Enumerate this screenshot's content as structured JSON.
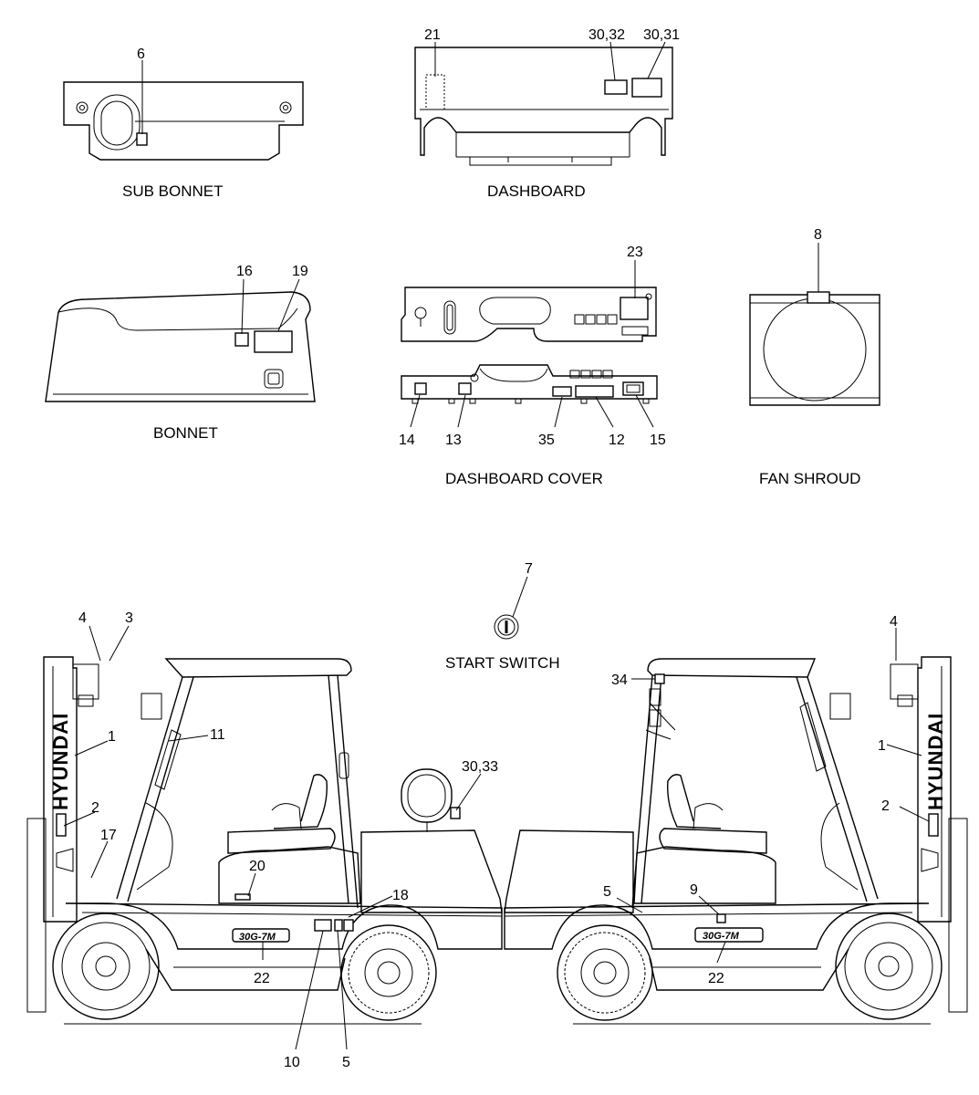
{
  "captions": {
    "sub_bonnet": "SUB BONNET",
    "dashboard": "DASHBOARD",
    "bonnet": "BONNET",
    "dashboard_cover": "DASHBOARD COVER",
    "fan_shroud": "FAN SHROUD",
    "start_switch": "START SWITCH"
  },
  "callouts": {
    "sub_bonnet": [
      "6"
    ],
    "dashboard": [
      "21",
      "30,32",
      "30,31"
    ],
    "bonnet": [
      "16",
      "19"
    ],
    "dashboard_cover_top": [
      "23"
    ],
    "dashboard_cover_bottom": [
      "14",
      "13",
      "35",
      "12",
      "15"
    ],
    "fan_shroud": [
      "8"
    ],
    "start_switch": [
      "7"
    ],
    "left_truck": [
      "4",
      "3",
      "1",
      "11",
      "2",
      "17",
      "20",
      "18",
      "30,33",
      "22",
      "10",
      "5"
    ],
    "right_truck": [
      "34",
      "4",
      "1",
      "2",
      "5",
      "9",
      "22"
    ]
  },
  "truck": {
    "mast_brand": "HYUNDAI",
    "model_label": "30G-7M"
  }
}
